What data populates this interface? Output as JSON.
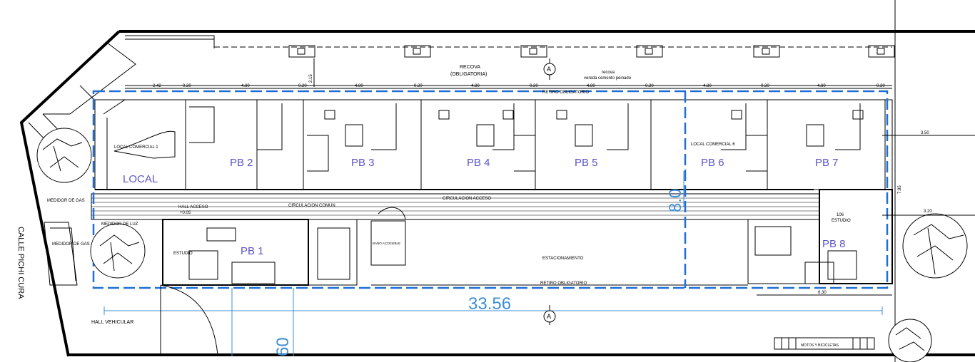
{
  "plan": {
    "street": "CALLE PICHI CURA",
    "recova": "RECOVA",
    "recova_sub": "(OBLIGATORIA)",
    "recova_note1": "recova",
    "recova_note2": "vereda cemento peinado",
    "retiro_top": "RETIRO OBLIGATORIO",
    "local_comercial_1": "LOCAL COMERCIAL 1",
    "local_comercial_6": "LOCAL COMERCIAL 6",
    "local": "LOCAL",
    "units": [
      "PB 2",
      "PB 3",
      "PB 4",
      "PB 5",
      "PB 6",
      "PB 7",
      "PB 1",
      "PB 8"
    ],
    "medidor_gas_1": "MEDIDOR DE GAS",
    "medidor_gas_2": "MEDIDOR DE GAS",
    "medidor_luz": "MEDIDOR DE LUZ",
    "hall_acceso": "HALL ACCESO",
    "hall_level": "+0.05",
    "circulacion_comun": "CIRCULACION COMUN",
    "circulacion_acceso": "CIRCULACION ACCESO",
    "estudio_1": "ESTUDIO",
    "unit_106": "106",
    "estudio_8": "ESTUDIO",
    "bano": "BAÑO ACCESIBLE",
    "estacionamiento": "ESTACIONAMIENTO",
    "retiro_bottom": "RETIRO OBLIGATORIO",
    "hall_vehicular": "HALL VEHICULAR",
    "motos": "MOTOS Y BICICLETAS",
    "section_a": "A",
    "total_length": "33.56",
    "dim_partial": "60",
    "dim_height": "8.0",
    "dim_right_1": "3.50",
    "dim_right_2": "3.20",
    "dim_630": "6.30",
    "dim_215": "2.15",
    "dim_785": "7.85",
    "dims_top": [
      "2.42",
      "0.20",
      "4.80",
      "0.20",
      "4.80",
      "0.20",
      "4.80",
      "0.20",
      "4.80",
      "0.20",
      "4.80",
      "0.20",
      "4.80",
      "0.20"
    ]
  },
  "colors": {
    "line": "#000000",
    "dashed": "#1f6fd6",
    "unit_label": "#5b56c9",
    "dimension": "#3f8fd6"
  }
}
